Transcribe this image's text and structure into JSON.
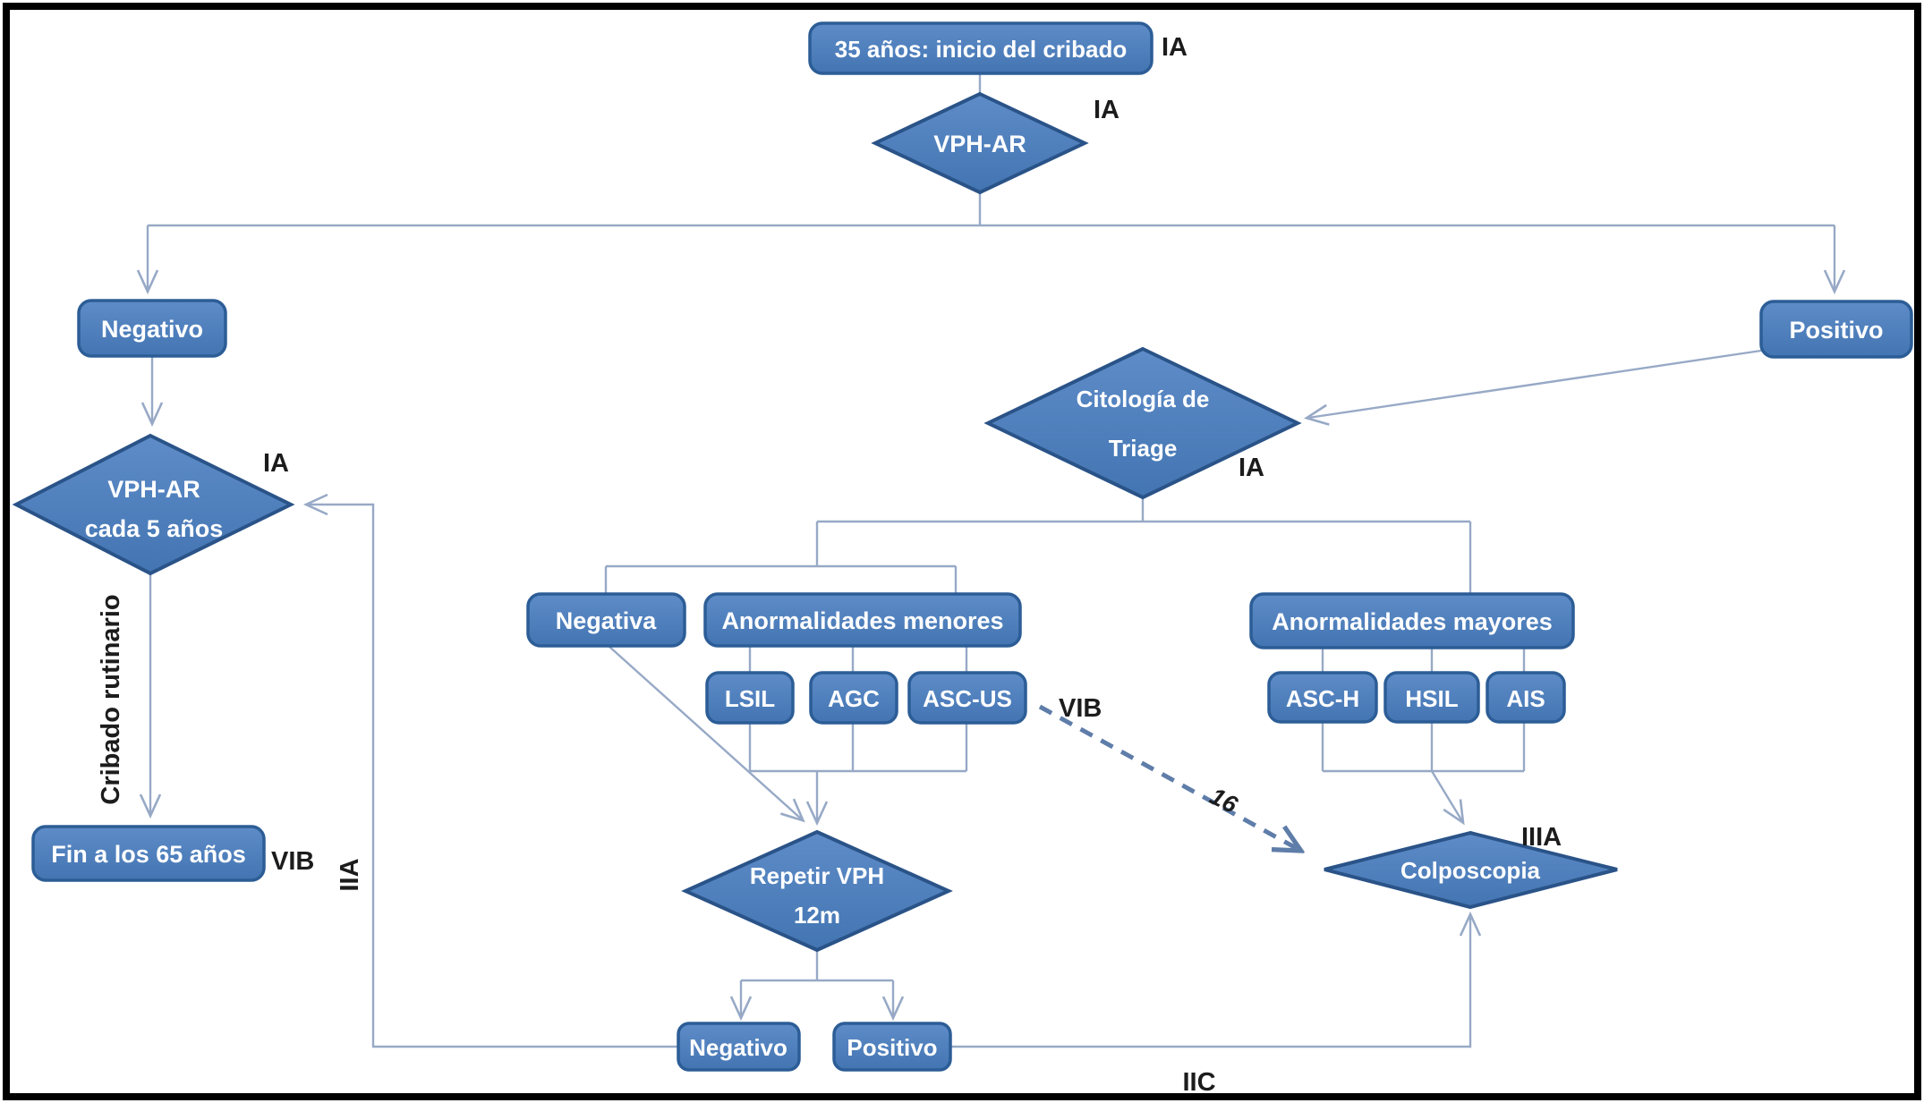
{
  "diagram": {
    "type": "flowchart",
    "language": "es",
    "topic": "Cribado de cáncer de cérvix con VPH-AR",
    "colors": {
      "node_fill_top": "#5e8cc8",
      "node_fill_bottom": "#4375b2",
      "node_border": "#2c5d96",
      "node_text": "#ffffff",
      "connector": "#97a9c6",
      "dashed_connector": "#5f7da9",
      "annotation_text": "#1c1c1c",
      "page_border": "#000000",
      "background": "#ffffff"
    },
    "nodes": {
      "start": {
        "label": "35 años: inicio del cribado",
        "grade": "IA"
      },
      "vph_ar": {
        "label": "VPH-AR",
        "grade": "IA"
      },
      "negativo": {
        "label": "Negativo"
      },
      "positivo": {
        "label": "Positivo"
      },
      "vph_ar_5": {
        "label_line1": "VPH-AR",
        "label_line2": "cada 5 años",
        "grade": "IA"
      },
      "fin_65": {
        "label": "Fin a los 65 años",
        "grade": "VIB"
      },
      "citologia": {
        "label_line1": "Citología de",
        "label_line2": "Triage",
        "grade": "IA"
      },
      "negativa": {
        "label": "Negativa"
      },
      "anormalidades_menores": {
        "label": "Anormalidades menores"
      },
      "lsil": {
        "label": "LSIL"
      },
      "agc": {
        "label": "AGC"
      },
      "asc_us": {
        "label": "ASC-US",
        "grade": "VIB"
      },
      "anormalidades_mayores": {
        "label": "Anormalidades mayores"
      },
      "asc_h": {
        "label": "ASC-H"
      },
      "hsil": {
        "label": "HSIL"
      },
      "ais": {
        "label": "AIS"
      },
      "repetir_vph": {
        "label_line1": "Repetir VPH",
        "label_line2": "12m"
      },
      "negativo_12m": {
        "label": "Negativo"
      },
      "positivo_12m": {
        "label": "Positivo"
      },
      "colposcopia": {
        "label": "Colposcopia",
        "grade": "IIIA"
      }
    },
    "edge_labels": {
      "cribado_rutinario": "Cribado rutinario",
      "iia": "IIA",
      "iic": "IIC",
      "vph16": "16"
    }
  }
}
